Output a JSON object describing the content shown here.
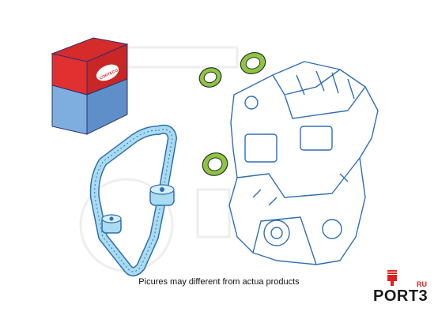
{
  "box": {
    "brand_text": "CORTECO",
    "colors": {
      "top": "#d62b2b",
      "front": "#6a9bd1",
      "side": "#d62b2b"
    }
  },
  "caption": "Picures may different from actua products",
  "watermark_brand": {
    "main": "PORT3",
    "suffix": "RU",
    "accent_color": "#e02020"
  },
  "parts": {
    "seal_color": "#8dc63f",
    "belt_color": "#a9dcf0",
    "outline_color": "#2f6fb3"
  }
}
